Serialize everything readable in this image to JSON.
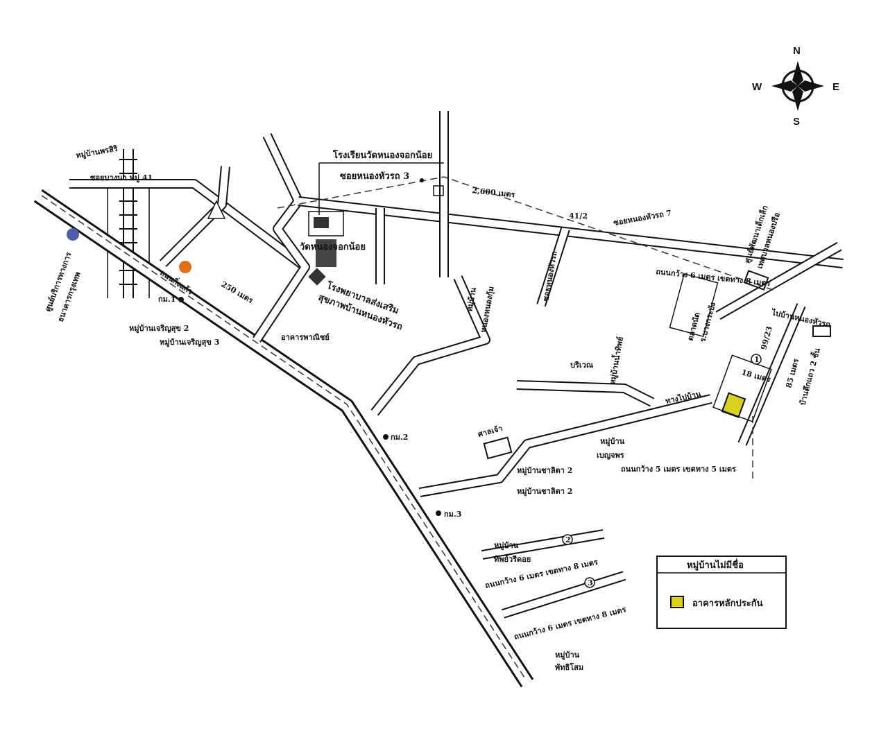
{
  "compass": {
    "n": "N",
    "e": "E",
    "s": "S",
    "w": "W"
  },
  "legend": {
    "title": "หมู่บ้านไม่มีชื่อ",
    "item_label": "อาคารหลักประกัน",
    "item_color": "#d8d020"
  },
  "labels": {
    "school": "โรงเรียนวัดหนองจอกน้อย",
    "soi_3": "ซอยหนองหัวรถ 3",
    "distance_2600": "2,600 เมตร",
    "distance_250": "250 เมตร",
    "km1": "กม.1",
    "km2": "กม.2",
    "km3": "กม.3",
    "temple": "วัดหนองจอกน้อย",
    "hospital_1": "โรงพยาบาลส่งเสริม",
    "hospital_2": "สุขภาพบ้านหนองหัวรถ",
    "village_charoen2": "หมู่บ้านเจริญสุข 2",
    "village_charoen3": "หมู่บ้านเจริญสุข 3",
    "village_top_left": "หมู่บ้านพรสิริ",
    "moo41": "ซอยบางนา หมู่ 41",
    "main_road": "ถนนกิ่งแก้ว",
    "commercial": "อาคารพาณิชย์",
    "shrine": "ศาลเจ้า",
    "village_chalita_a": "หมู่บ้านชาลิตา 2",
    "village_chalita_b": "หมู่บ้านชาลิตา 2",
    "village_benja_1": "หมู่บ้าน",
    "village_benja_2": "เบญจพร",
    "village_nong_1": "หมู่บ้าน",
    "village_nong_2": "หนองหนองกุ้ม",
    "village_tip_1": "หมู่บ้าน",
    "village_tip_2": "ทิพย์วรีดอย",
    "village_pat_1": "หมู่บ้าน",
    "village_pat_2": "พัทธิโสม",
    "area_1": "บริเวณ",
    "area_2": "หมู่บ้านน้ำทิพย์",
    "to_village": "ทางไปบ้าน",
    "road_width": "ถนนกว้าง 5 เมตร เขตทาง 5 เมตร",
    "road_width_top": "ถนนกว้าง 6 เมตร เขตทาง 8 เมตร",
    "road_width_2": "ถนนกว้าง 6 เมตร เขตทาง 8 เมตร",
    "road_width_3": "ถนนกว้าง 6 เมตร เขตทาง 8 เมตร",
    "code_41_2": "41/2",
    "code_99_23": "99/23",
    "dist_18": "18 เมตร",
    "dist_85": "85 เมตร",
    "house_2": "บ้านตึกแถว 2 ชั้น",
    "soi_7": "ซอยหนองหัวรถ 7",
    "soi_tai": "ซอยหนองหัวรถ",
    "market_1": "ตลาดนัด",
    "market_2": "ร.บางกระบัง",
    "center_1": "ศูนย์พัฒนาเด็กเล็ก",
    "center_2": "เทศบาลหนองปรือ",
    "to_end": "ไปบ้านหนองหัวรถ",
    "left_vert_1": "ศูนย์บริการทางการ",
    "left_vert_2": "ธนาคารกรุงเทพ",
    "circle_1": "1",
    "circle_2": "2",
    "circle_3": "3"
  }
}
